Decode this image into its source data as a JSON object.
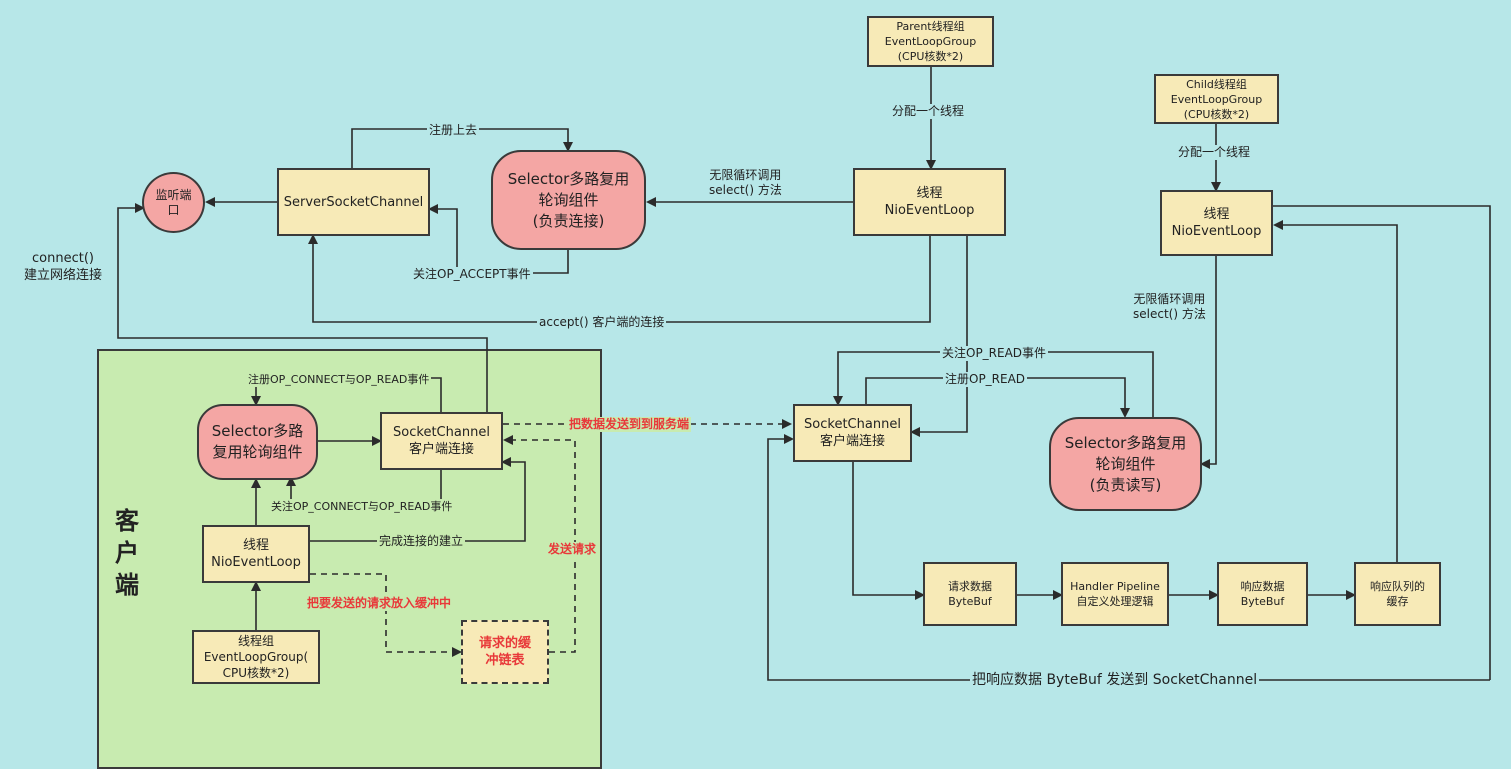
{
  "nodes": {
    "parent_group": [
      "Parent线程组",
      "EventLoopGroup",
      "(CPU核数*2)"
    ],
    "child_group": [
      "Child线程组",
      "EventLoopGroup",
      "(CPU核数*2)"
    ],
    "listen_port": [
      "监听端",
      "口"
    ],
    "server_socket_channel": "ServerSocketChannel",
    "selector_server": [
      "Selector多路复用",
      "轮询组件",
      "(负责连接)"
    ],
    "parent_loop": [
      "线程",
      "NioEventLoop"
    ],
    "child_loop": [
      "线程",
      "NioEventLoop"
    ],
    "selector_client": [
      "Selector多路",
      "复用轮询组件"
    ],
    "client_socket_channel": [
      "SocketChannel",
      "客户端连接"
    ],
    "client_loop": [
      "线程",
      "NioEventLoop"
    ],
    "client_group": [
      "线程组",
      "EventLoopGroup(",
      "CPU核数*2)"
    ],
    "buffer_list": [
      "请求的缓",
      "冲链表"
    ],
    "server_socket_conn": [
      "SocketChannel",
      "客户端连接"
    ],
    "selector_rw": [
      "Selector多路复用",
      "轮询组件",
      "(负责读写)"
    ],
    "request_bytebuf": [
      "请求数据",
      "ByteBuf"
    ],
    "handler_pipeline": [
      "Handler Pipeline",
      "自定义处理逻辑"
    ],
    "response_bytebuf": [
      "响应数据",
      "ByteBuf"
    ],
    "response_queue": [
      "响应队列的",
      "缓存"
    ]
  },
  "labels": {
    "assign_thread_parent": "分配一个线程",
    "assign_thread_child": "分配一个线程",
    "register": "注册上去",
    "infinite_select_parent": [
      "无限循环调用",
      "select() 方法"
    ],
    "infinite_select_child": [
      "无限循环调用",
      "select() 方法"
    ],
    "care_accept": "关注OP_ACCEPT事件",
    "connect": [
      "connect()",
      "建立网络连接"
    ],
    "accept_conn": "accept() 客户端的连接",
    "care_read": "关注OP_READ事件",
    "register_read": "注册OP_READ",
    "register_connect_read": "注册OP_CONNECT与OP_READ事件",
    "care_connect_read": "关注OP_CONNECT与OP_READ事件",
    "complete_connect": "完成连接的建立",
    "send_to_server": "把数据发送到到服务端",
    "send_request": "发送请求",
    "put_buffer": "把要发送的请求放入缓冲中",
    "send_response": "把响应数据 ByteBuf 发送到 SocketChannel",
    "client_title": [
      "客",
      "户",
      "端"
    ]
  }
}
